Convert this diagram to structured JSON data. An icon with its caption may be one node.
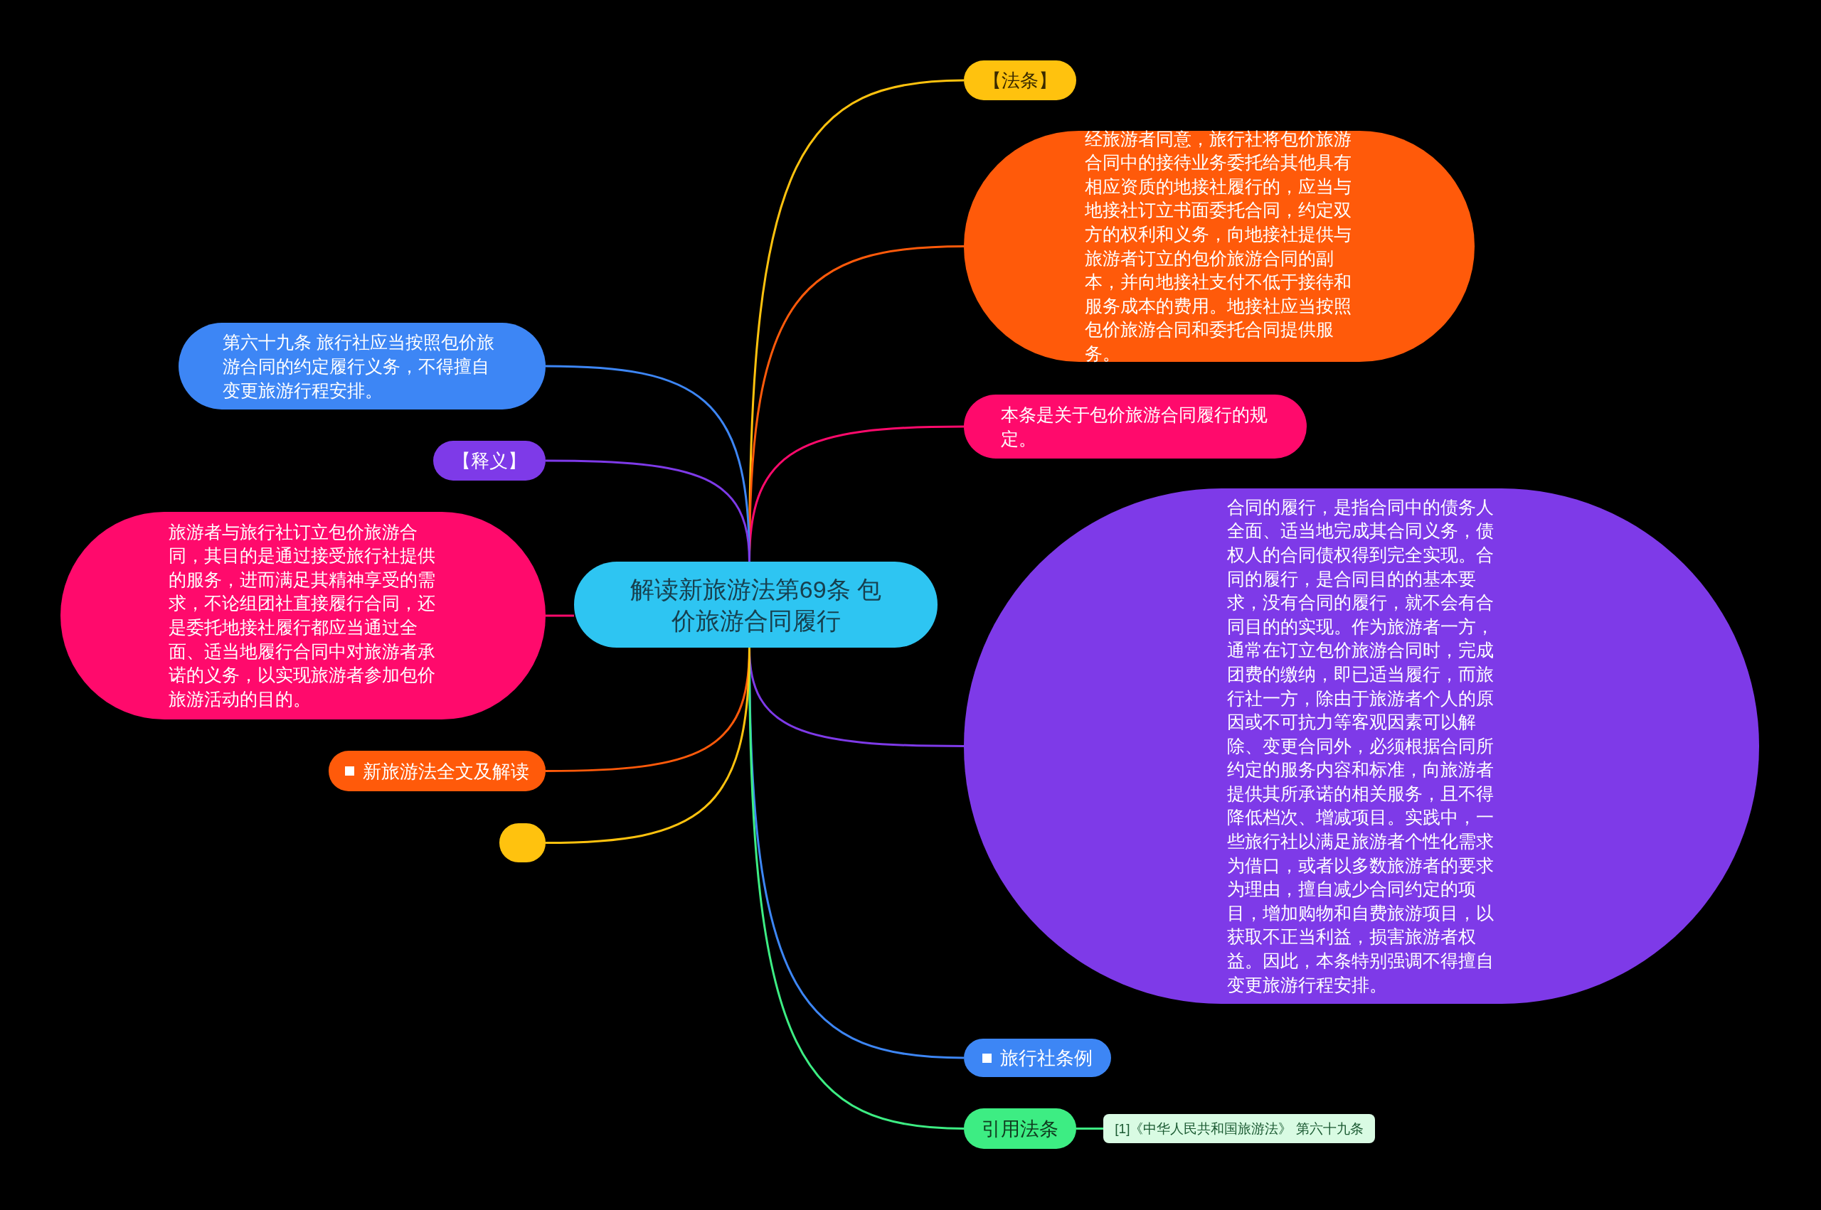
{
  "diagram": {
    "nodes": [
      {
        "text": [
          "解读新旅游法第69条  包价旅游合同履行"
        ]
      },
      {
        "text": [
          "【法条】"
        ]
      },
      {
        "text": [
          "经旅游者同意，旅行社将包价旅游合同中的接待业务委托给其他具有相应资质的地接社履行的，应当与地接社订立书面委托合同，约定双方的权利和义务，向地接社提供与旅游者订立的包价旅游合同的副本，并向地接社支付不低于接待和服务成本的费用。地接社应当按照包价旅游合同和委托合同提供服务。"
        ]
      },
      {
        "text": [
          "本条是关于包价旅游合同履行的规定。"
        ]
      },
      {
        "text": [
          "合同的履行，是指合同中的债务人全面、适当地完成其合同义务，债权人的合同债权得到完全实现。合同的履行，是合同目的的基本要求，没有合同的履行，就不会有合同目的的实现。作为旅游者一方，通常在订立包价旅游合同时，完成团费的缴纳，即已适当履行，而旅行社一方，除由于旅游者个人的原因或不可抗力等客观因素可以解除、变更合同外，必须根据合同所约定的服务内容和标准，向旅游者提供其所承诺的相关服务，且不得降低档次、增减项目。实践中，一些旅行社以满足旅游者个性化需求为借口，或者以多数旅游者的要求为理由，擅自减少合同约定的项目，增加购物和自费旅游项目，以获取不正当利益，损害旅游者权益。因此，本条特别强调不得擅自变更旅游行程安排。"
        ]
      },
      {
        "text": [
          "旅行社条例"
        ]
      },
      {
        "text": [
          "引用法条"
        ]
      },
      {
        "text": [
          "[1]《中华人民共和国旅游法》 第六十九条"
        ]
      },
      {
        "text": [
          "第六十九条 旅行社应当按照包价旅游合同的约定履行义务，不得擅自变更旅游行程安排。"
        ]
      },
      {
        "text": [
          "【释义】"
        ]
      },
      {
        "text": [
          "旅游者与旅行社订立包价旅游合同，其目的是通过接受旅行社提供的服务，进而满足其精神享受的需求，不论组团社直接履行合同，还是委托地接社履行都应当通过全面、适当地履行合同中对旅游者承诺的义务，以实现旅游者参加包价旅游活动的目的。"
        ]
      },
      {
        "text": [
          "新旅游法全文及解读"
        ]
      },
      {
        "text": [],
        "shape": "box"
      }
    ],
    "edges": [
      {
        "from": 0,
        "to": 1,
        "arrow": "none",
        "color": "#ffc20e"
      },
      {
        "from": 0,
        "to": 2,
        "arrow": "none",
        "color": "#ff5a0a"
      },
      {
        "from": 0,
        "to": 3,
        "arrow": "none",
        "color": "#ff0a6c"
      },
      {
        "from": 0,
        "to": 4,
        "arrow": "none",
        "color": "#7e3ae8"
      },
      {
        "from": 0,
        "to": 5,
        "arrow": "none",
        "color": "#3d86f5"
      },
      {
        "from": 0,
        "to": 6,
        "arrow": "none",
        "color": "#3ded83"
      },
      {
        "from": 6,
        "to": 7,
        "arrow": "none",
        "color": "#3ded83"
      },
      {
        "from": 0,
        "to": 8,
        "arrow": "none",
        "color": "#3d86f5"
      },
      {
        "from": 0,
        "to": 9,
        "arrow": "none",
        "color": "#7e3ae8"
      },
      {
        "from": 0,
        "to": 10,
        "arrow": "none",
        "color": "#ff0a6c"
      },
      {
        "from": 0,
        "to": 11,
        "arrow": "none",
        "color": "#ff5a0a"
      },
      {
        "from": 0,
        "to": 12,
        "arrow": "none",
        "color": "#ffc20e"
      }
    ]
  }
}
